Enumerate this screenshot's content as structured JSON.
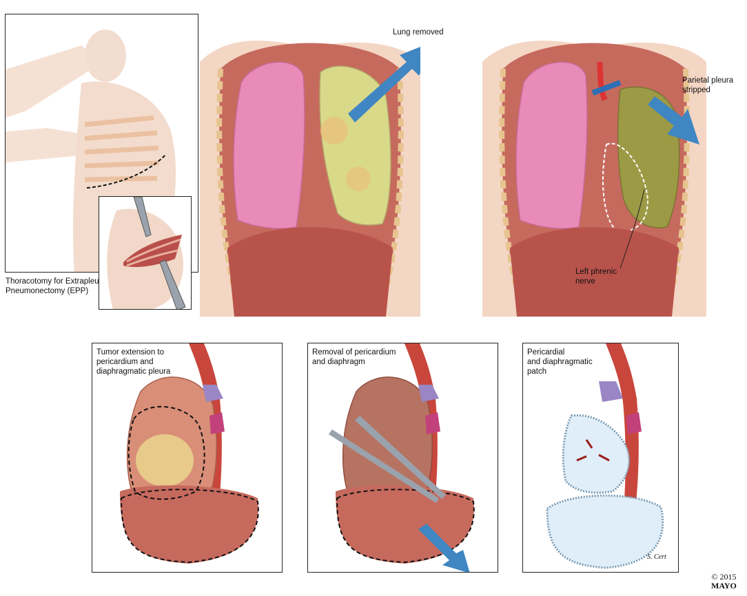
{
  "panels": {
    "thoracotomy": {
      "caption_line1": "Thoracotomy for Extrapleural",
      "caption_line2": "Pneumonectomy (EPP)"
    },
    "lung_removed": {
      "label": "Lung removed"
    },
    "pleura": {
      "label_line1": "Parietal pleura",
      "label_line2": "stripped",
      "nerve_line1": "Left phrenic",
      "nerve_line2": "nerve"
    },
    "tumor": {
      "line1": "Tumor extension to",
      "line2": "pericardium and",
      "line3": "diaphragmatic pleura"
    },
    "removal": {
      "line1": "Removal of pericardium",
      "line2": "and diaphragm"
    },
    "patch": {
      "line1": "Pericardial",
      "line2": "and diaphragmatic",
      "line3": "patch"
    }
  },
  "signature": "S. Cert",
  "copyright": {
    "line1": "© 2015",
    "line2": "MAYO"
  },
  "colors": {
    "lung": "#e98bb8",
    "diseased": "#d9d98a",
    "muscle": "#b8534b",
    "skin": "#f3d2bd",
    "arrow": "#3f86c2",
    "patch": "#dfeef8"
  }
}
